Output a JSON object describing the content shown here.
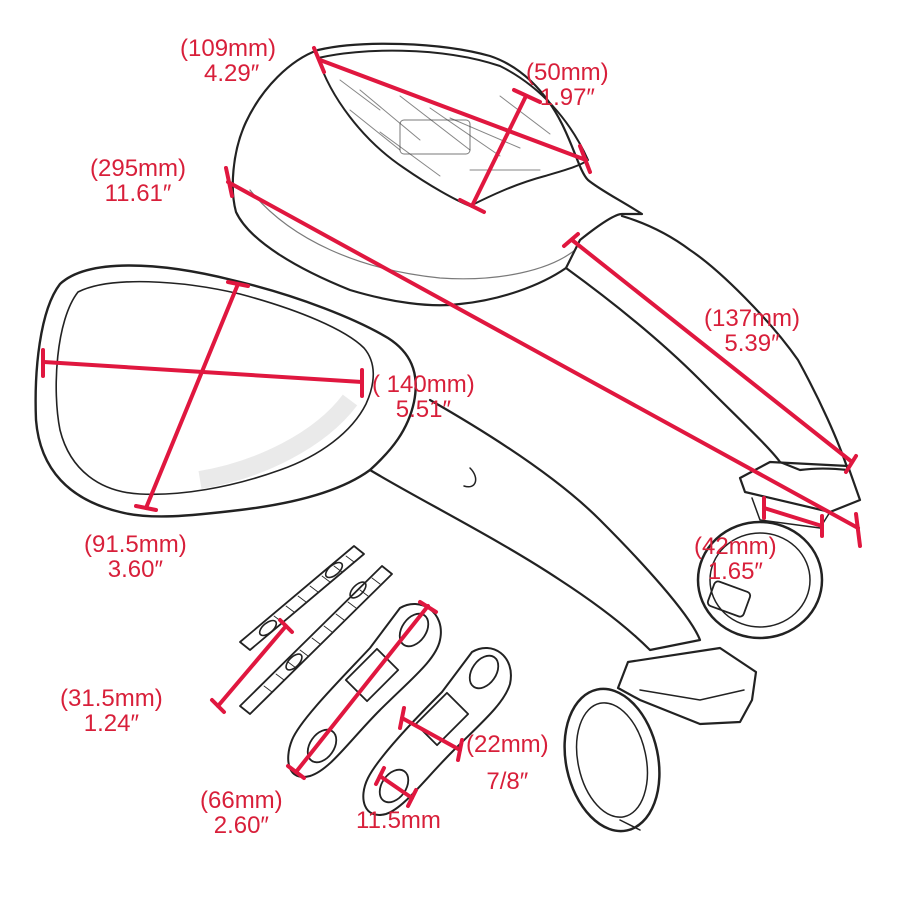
{
  "colors": {
    "dimension_line": "#e0173f",
    "dimension_text": "#d81f3a",
    "sketch": "#222222",
    "background": "#ffffff"
  },
  "dimensions": {
    "lens_length": {
      "mm": "(109mm)",
      "in": "4.29″"
    },
    "lens_height": {
      "mm": "(50mm)",
      "in": "1.97″"
    },
    "overall_length": {
      "mm": "(295mm)",
      "in": "11.61″"
    },
    "arm_length": {
      "mm": "(137mm)",
      "in": "5.39″"
    },
    "glass_width": {
      "mm": "( 140mm)",
      "in": "5.51″"
    },
    "glass_height": {
      "mm": "(91.5mm)",
      "in": "3.60″"
    },
    "base_width": {
      "mm": "(42mm)",
      "in": "1.65″"
    },
    "bolt_length": {
      "mm": "(31.5mm)",
      "in": "1.24″"
    },
    "gasket_length": {
      "mm": "(66mm)",
      "in": "2.60″"
    },
    "slot_width": {
      "mm": "(22mm)",
      "in": "7/8″"
    },
    "hole_diameter": {
      "mm": "11.5mm"
    }
  }
}
